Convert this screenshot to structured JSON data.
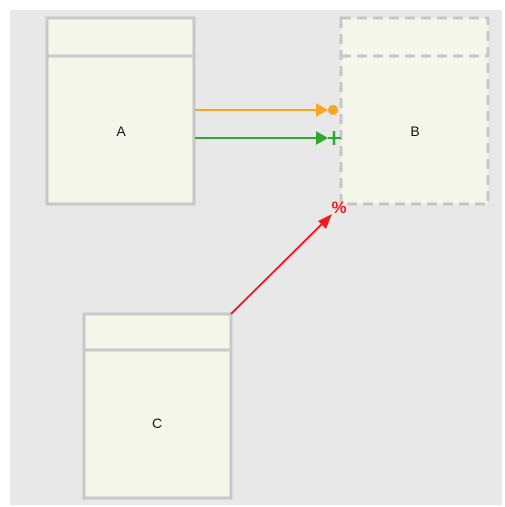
{
  "colors": {
    "canvas_bg": "#e8e8e8",
    "node_fill": "#f5f5ea",
    "node_stroke": "#c8c8c8",
    "edge_orange": "#f5a623",
    "edge_green": "#2ea82e",
    "edge_red": "#f5191f"
  },
  "nodes": {
    "a": {
      "label": "A",
      "border": "solid"
    },
    "b": {
      "label": "B",
      "border": "dashed"
    },
    "c": {
      "label": "C",
      "border": "solid"
    }
  },
  "edges": [
    {
      "from": "A",
      "to": "B",
      "color": "edge_orange",
      "target_marker": "arrow-circle"
    },
    {
      "from": "A",
      "to": "B",
      "color": "edge_green",
      "target_marker": "arrow-bar"
    },
    {
      "from": "C",
      "to": "B",
      "color": "edge_red",
      "target_marker": "arrow",
      "target_label": "%"
    }
  ],
  "edge_labels": {
    "c_to_b": "%"
  }
}
